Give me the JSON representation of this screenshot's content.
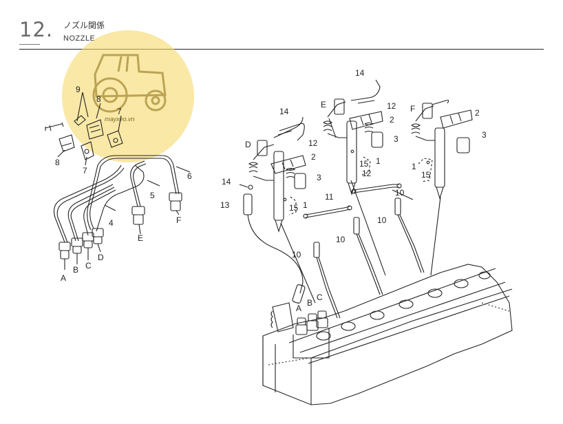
{
  "header": {
    "section_number": "12.",
    "title_jp": "ノズル関係",
    "title_en": "NOZZLE"
  },
  "watermark": {
    "text": "mayxeo.vn",
    "icon": "tractor-icon",
    "color": "#f5d96b"
  },
  "labels": {
    "n1a": "1",
    "n1b": "1",
    "n1c": "1",
    "n2a": "2",
    "n2b": "2",
    "n2c": "2",
    "n3a": "3",
    "n3b": "3",
    "n3c": "3",
    "n4": "4",
    "n5": "5",
    "n6": "6",
    "n7a": "7",
    "n7b": "7",
    "n8a": "8",
    "n8b": "8",
    "n9": "9",
    "n10a": "10",
    "n10b": "10",
    "n10c": "10",
    "n10d": "10",
    "n11": "11",
    "n12a": "12",
    "n12b": "12",
    "n12c": "12",
    "n13": "13",
    "n14a": "14",
    "n14b": "14",
    "n14c": "14",
    "n15a": "15",
    "n15b": "15",
    "n15c": "15",
    "pipeA": "A",
    "pipeB": "B",
    "pipeC": "C",
    "pipeD": "D",
    "pipeE": "E",
    "pipeF": "F",
    "nozD": "D",
    "nozE": "E",
    "nozF": "F",
    "pumpA": "A",
    "pumpB": "B",
    "pumpC": "C"
  }
}
